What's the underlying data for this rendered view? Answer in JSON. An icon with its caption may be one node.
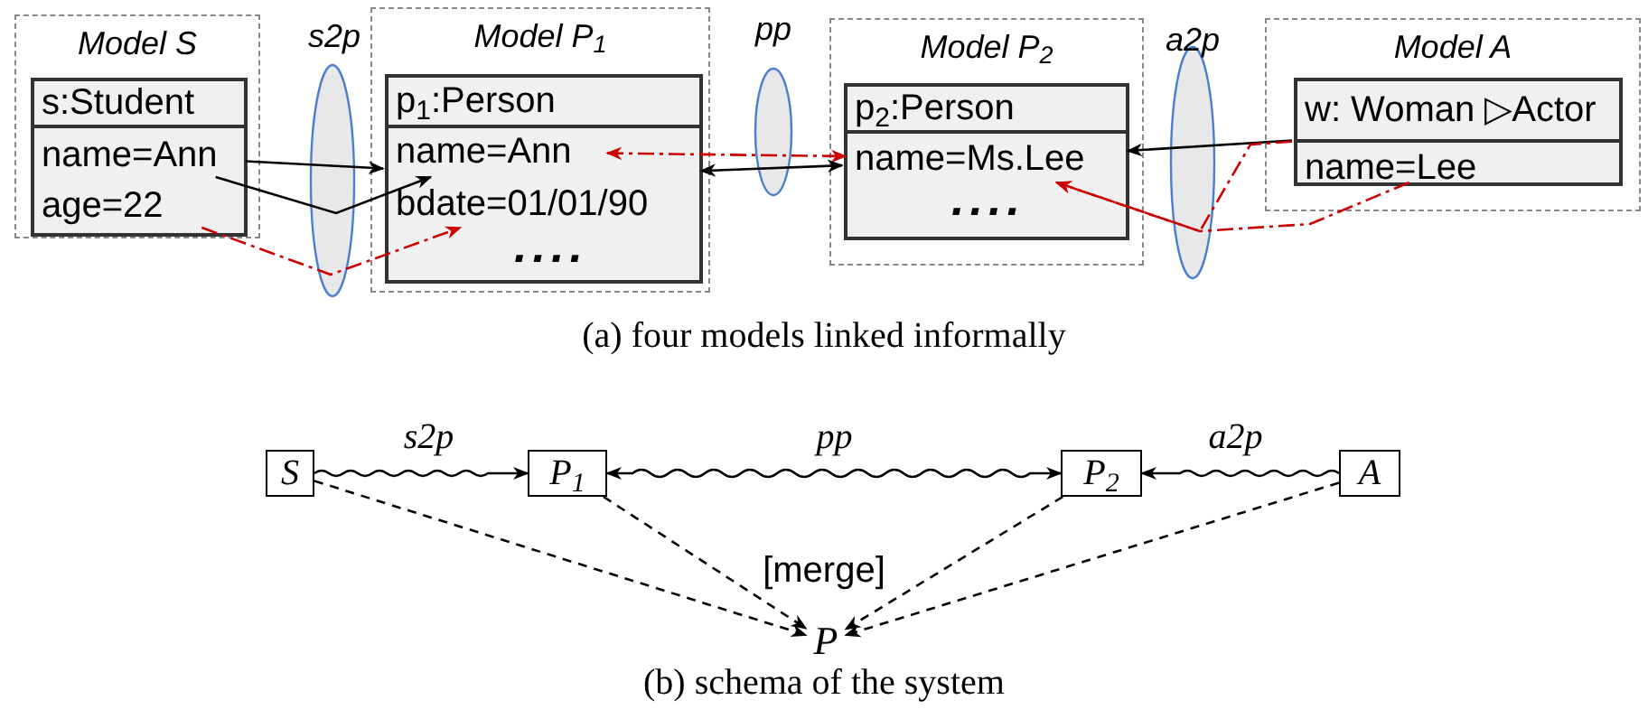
{
  "diagram": {
    "nodes": [
      {
        "text": [
          "Model S"
        ]
      },
      {
        "text": [
          "s:Student"
        ],
        "in": 0
      },
      {
        "text": [
          "name=Ann"
        ],
        "in": 1
      },
      {
        "text": [
          "age=22"
        ],
        "in": 1
      },
      {
        "text": [
          "Model P$_{1}$"
        ]
      },
      {
        "text": [
          "p$_{1}$:Person"
        ],
        "in": 4
      },
      {
        "text": [
          "name=Ann"
        ],
        "in": 5
      },
      {
        "text": [
          "bdate=01/01/90"
        ],
        "in": 5
      },
      {
        "text": [
          "Model P$_{2}$"
        ]
      },
      {
        "text": [
          "p$_{2}$:Person"
        ],
        "in": 8
      },
      {
        "text": [
          "name=Ms.Lee"
        ],
        "in": 9
      },
      {
        "text": [
          "Model A"
        ]
      },
      {
        "text": [
          "w: Woman ▷Actor"
        ],
        "in": 11
      },
      {
        "text": [
          "name=Lee"
        ],
        "in": 12
      },
      {
        "text": [
          "S"
        ]
      },
      {
        "text": [
          "P$_{1}$"
        ]
      },
      {
        "text": [
          "P$_{2}$"
        ]
      },
      {
        "text": [
          "A"
        ]
      },
      {
        "text": [
          "P"
        ]
      }
    ],
    "edges": [
      {
        "from": 1,
        "to": 5,
        "arrow": "to"
      },
      {
        "from": 2,
        "to": 6,
        "arrow": "to"
      },
      {
        "from": 3,
        "to": 7,
        "arrow": "to",
        "style": "dashed",
        "color": "#cc0000"
      },
      {
        "from": 6,
        "to": 10,
        "arrow": "both",
        "style": "dashed",
        "color": "#cc0000"
      },
      {
        "from": 5,
        "to": 9,
        "arrow": "both"
      },
      {
        "from": 12,
        "to": 9,
        "arrow": "to"
      },
      {
        "from": 12,
        "to": 10,
        "arrow": "to",
        "style": "dashed",
        "color": "#cc0000"
      },
      {
        "from": 13,
        "to": 10,
        "arrow": "to",
        "style": "dashed",
        "color": "#cc0000"
      },
      {
        "from": 14,
        "to": 15,
        "arrow": "to",
        "label": "s2p"
      },
      {
        "from": 15,
        "to": 16,
        "arrow": "both",
        "label": "pp"
      },
      {
        "from": 17,
        "to": 16,
        "arrow": "to",
        "label": "a2p"
      },
      {
        "from": 14,
        "to": 18,
        "arrow": "to",
        "style": "dashed"
      },
      {
        "from": 15,
        "to": 18,
        "arrow": "to",
        "style": "dashed"
      },
      {
        "from": 16,
        "to": 18,
        "arrow": "to",
        "style": "dashed"
      },
      {
        "from": 17,
        "to": 18,
        "arrow": "to",
        "style": "dashed"
      }
    ],
    "labels": [
      "s2p",
      "pp",
      "a2p",
      "....",
      "....",
      "(a) four models linked informally",
      "[merge]",
      "(b) schema of the system"
    ]
  }
}
